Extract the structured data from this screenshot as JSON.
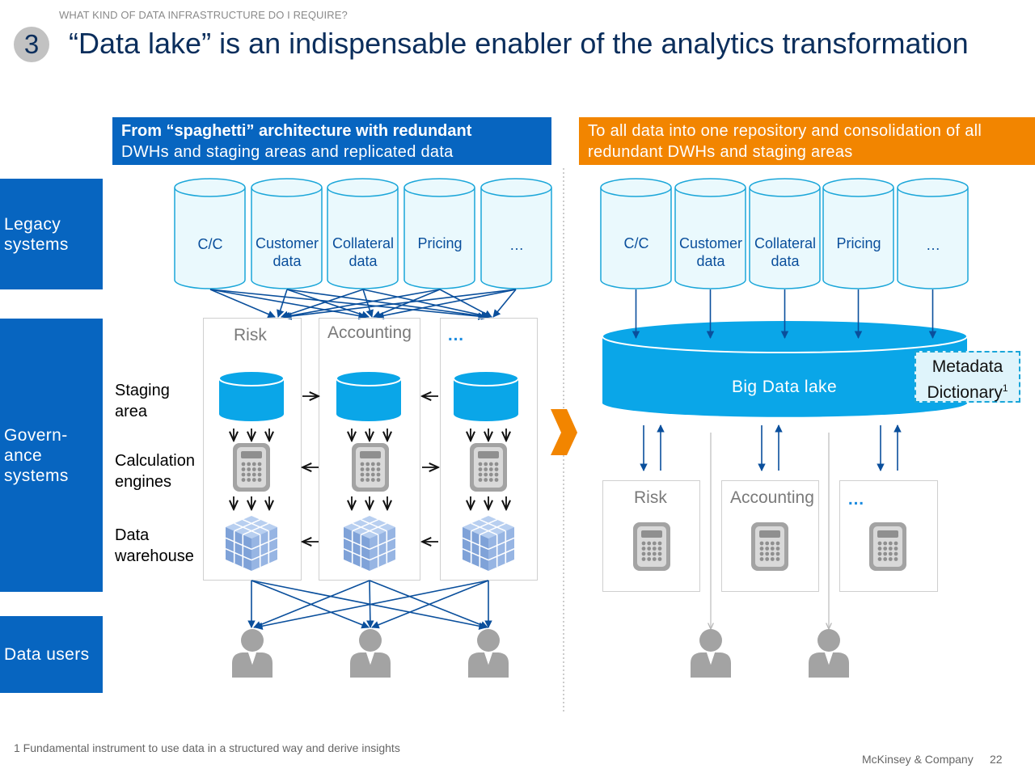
{
  "header": {
    "kicker": "WHAT KIND OF DATA INFRASTRUCTURE DO I REQUIRE?",
    "number": "3",
    "title": "“Data lake” is an indispensable enabler of the analytics transformation"
  },
  "left": {
    "header_bold": "From “spaghetti” architecture with redundant",
    "header_rest": "DWHs and staging areas and replicated data",
    "sources": [
      "C/C",
      "Customer\ndata",
      "Collateral\ndata",
      "Pricing",
      "…"
    ],
    "panels": [
      "Risk",
      "Accounting",
      "…"
    ]
  },
  "right": {
    "header": "To all data into one repository and consolidation of all redundant DWHs and staging areas",
    "sources": [
      "C/C",
      "Customer\ndata",
      "Collateral\ndata",
      "Pricing",
      "…"
    ],
    "lake_label": "Big Data lake",
    "metadata_label": "Metadata\nDictionary",
    "metadata_sup": "1",
    "panels": [
      "Risk",
      "Accounting",
      "…"
    ]
  },
  "side_labels": {
    "legacy": "Legacy\nsystems",
    "governance": "Govern-\nance\nsystems",
    "users": "Data users"
  },
  "row_labels": {
    "staging": "Staging\narea",
    "calc": "Calculation\nengines",
    "dwh": "Data\nwarehouse"
  },
  "icons": {
    "staging": "database-icon",
    "calc": "calculator-icon",
    "dwh": "data-cube-icon",
    "user": "user-icon",
    "transition": "chevron-right-icon"
  },
  "colors": {
    "blue": "#0765c0",
    "orange": "#f28500",
    "lake": "#0aa6e8",
    "cylinder_fill": "#eaf9fd",
    "cylinder_stroke": "#1aa6d9",
    "arrow": "#0a4f9c",
    "navy": "#0b2e5c",
    "grey": "#9a9a9a"
  },
  "footer": {
    "footnote": "1 Fundamental instrument to use data in a structured way and derive insights",
    "brand": "McKinsey & Company",
    "page": "22"
  }
}
